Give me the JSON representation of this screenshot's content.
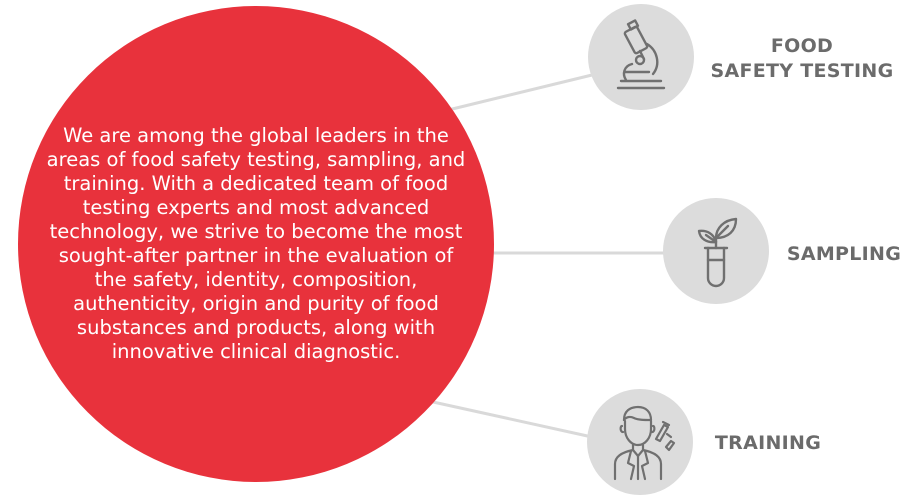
{
  "description": "We are among the global leaders in the areas of food safety testing, sampling, and training. With a dedicated team of food testing experts and most advanced technology, we strive to become the most sought-after partner in the evaluation of the safety, identity, composition, authenticity, origin and purity of food substances and products, along with innovative clinical diagnostic.",
  "items": [
    {
      "label_line1": "FOOD",
      "label_line2": "SAFETY TESTING",
      "icon": "microscope-icon"
    },
    {
      "label_line1": "SAMPLING",
      "icon": "test-tube-plant-icon"
    },
    {
      "label_line1": "TRAINING",
      "icon": "scientist-icon"
    }
  ],
  "colors": {
    "main_circle": "#e8323c",
    "icon_circle": "#dcdcdc",
    "icon_stroke": "#707070",
    "label": "#6b6b6b",
    "connector": "#d9d9d9"
  }
}
